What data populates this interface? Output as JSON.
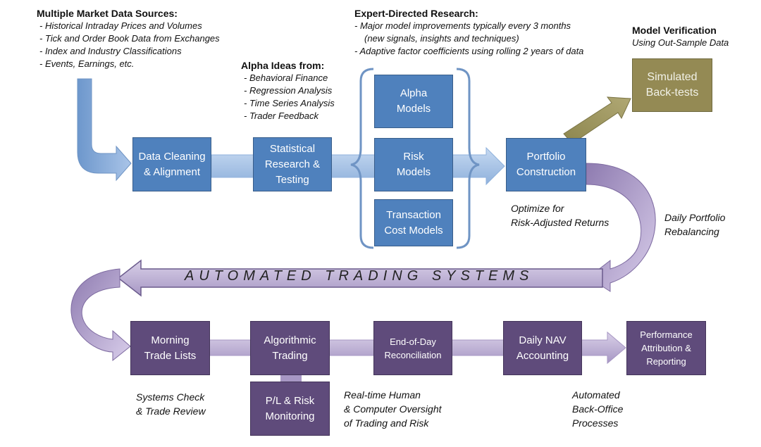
{
  "sources": {
    "heading": "Multiple Market Data Sources:",
    "items": [
      "- Historical Intraday Prices and Volumes",
      "- Tick and Order Book Data from Exchanges",
      "- Index and Industry Classifications",
      "- Events, Earnings, etc."
    ]
  },
  "alpha_ideas": {
    "heading": "Alpha Ideas from:",
    "items": [
      "- Behavioral Finance",
      "- Regression Analysis",
      "- Time Series Analysis",
      "- Trader Feedback"
    ]
  },
  "expert": {
    "heading": "Expert-Directed Research:",
    "items": [
      "-  Major model improvements typically every 3 months",
      "(new signals, insights and techniques)",
      "-  Adaptive factor coefficients using rolling 2 years of data"
    ]
  },
  "verification": {
    "heading": "Model Verification",
    "subheading": "Using Out-Sample Data"
  },
  "boxes": {
    "data_cleaning": "Data Cleaning & Alignment",
    "statistical": "Statistical Research & Testing",
    "alpha_models": "Alpha Models",
    "risk_models": "Risk Models",
    "tcost_models": "Transaction Cost Models",
    "portfolio": "Portfolio Construction",
    "backtests": "Simulated Back-tests",
    "morning": "Morning Trade Lists",
    "algo": "Algorithmic Trading",
    "pl_risk": "P/L & Risk Monitoring",
    "eod": "End-of-Day Reconciliation",
    "nav": "Daily NAV Accounting",
    "performance": "Performance Attribution & Reporting"
  },
  "banner": "AUTOMATED TRADING SYSTEMS",
  "captions": {
    "optimize": [
      "Optimize for",
      "Risk-Adjusted Returns"
    ],
    "rebalancing": [
      "Daily Portfolio",
      "Rebalancing"
    ],
    "systems": [
      "Systems Check",
      "& Trade Review"
    ],
    "oversight": [
      "Real-time Human",
      "& Computer Oversight",
      "of Trading and Risk"
    ],
    "backoffice": [
      "Automated",
      "Back-Office",
      "Processes"
    ]
  },
  "colors": {
    "blue_box": "#4f81bd",
    "blue_arrow": "#9fbfe2",
    "purple_box": "#5f4b7b",
    "purple_arrow": "#b7a7d3",
    "olive_box": "#948a54"
  }
}
